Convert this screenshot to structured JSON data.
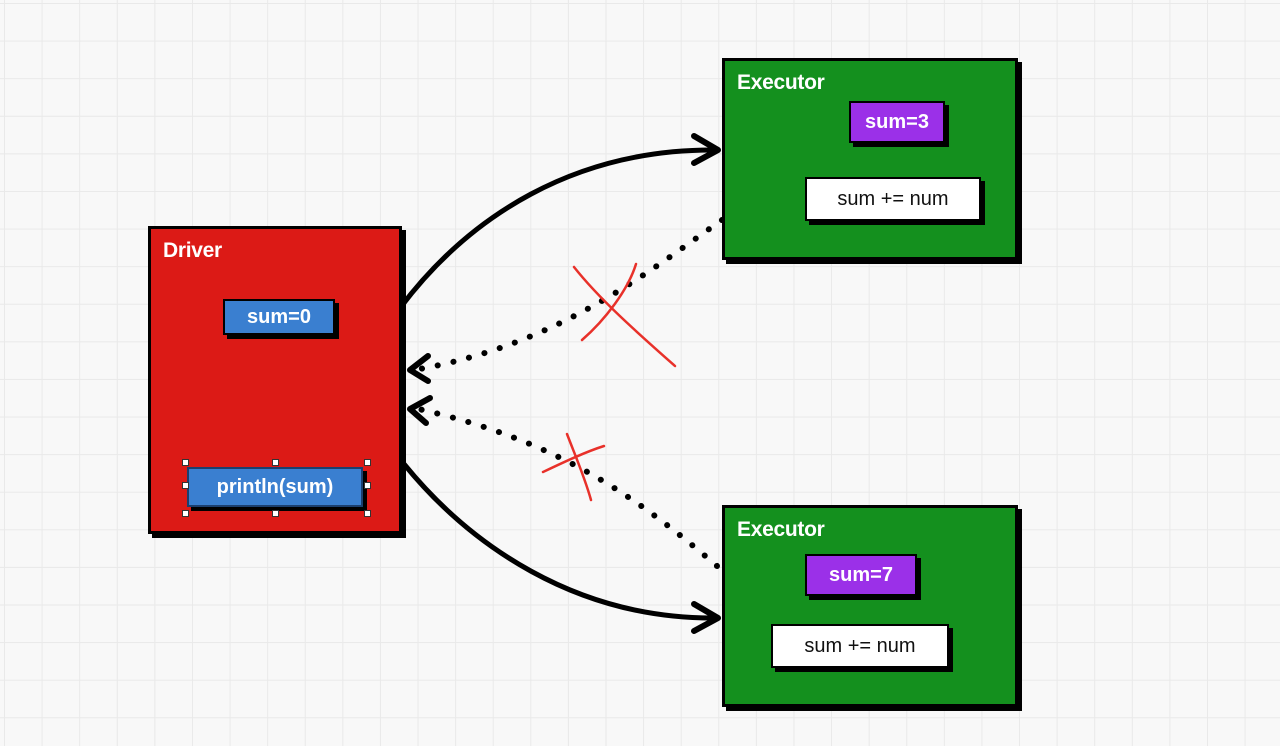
{
  "driver": {
    "title": "Driver",
    "variable": "sum=0",
    "print_statement": "println(sum)",
    "color": "#dc1a16"
  },
  "executors": [
    {
      "title": "Executor",
      "variable": "sum=3",
      "operation": "sum += num",
      "color": "#14901e"
    },
    {
      "title": "Executor",
      "variable": "sum=7",
      "operation": "sum += num",
      "color": "#14901e"
    }
  ],
  "colors": {
    "variable_chip_driver": "#3a7fd0",
    "variable_chip_executor": "#9b30e8",
    "cross_mark": "#e8312a",
    "arrow": "#000000"
  }
}
